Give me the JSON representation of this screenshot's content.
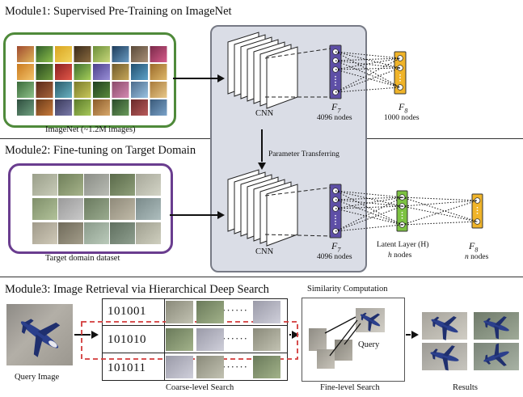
{
  "module1": {
    "title": "Module1: Supervised Pre-Training on ImageNet",
    "dataset_caption": "ImageNet (~1.2M images)",
    "cnn_label": "CNN",
    "f7_label": "F",
    "f7_sub": "7",
    "f7_nodes": "4096 nodes",
    "f8_label": "F",
    "f8_sub": "8",
    "f8_nodes": "1000 nodes"
  },
  "transfer_label": "Parameter Transferring",
  "module2": {
    "title": "Module2: Fine-tuning on Target Domain",
    "dataset_caption": "Target domain dataset",
    "cnn_label": "CNN",
    "f7_label": "F",
    "f7_sub": "7",
    "f7_nodes": "4096 nodes",
    "latent_label": "Latent Layer (H)",
    "latent_nodes_h": "h",
    "latent_nodes_text": " nodes",
    "f8_label": "F",
    "f8_sub": "8",
    "f8_nodes_n": "n",
    "f8_nodes_text": " nodes"
  },
  "module3": {
    "title": "Module3: Image Retrieval via Hierarchical Deep Search",
    "query_caption": "Query Image",
    "codes": [
      "101001",
      "101010",
      "101011"
    ],
    "dots": "······",
    "coarse_caption": "Coarse-level Search",
    "similarity_title": "Similarity  Computation",
    "query_label": "Query",
    "fine_caption": "Fine-level Search",
    "results_caption": "Results"
  },
  "colors": {
    "module1_border": "#4f8a3a",
    "module2_border": "#6a3d8f",
    "shared_box_fill": "#dadde6",
    "shared_box_border": "#777a85",
    "f7_fill": "#5e4fa6",
    "f8_fill": "#f0b429",
    "latent_fill": "#7cc242",
    "dashed_red": "#d23a3a"
  }
}
